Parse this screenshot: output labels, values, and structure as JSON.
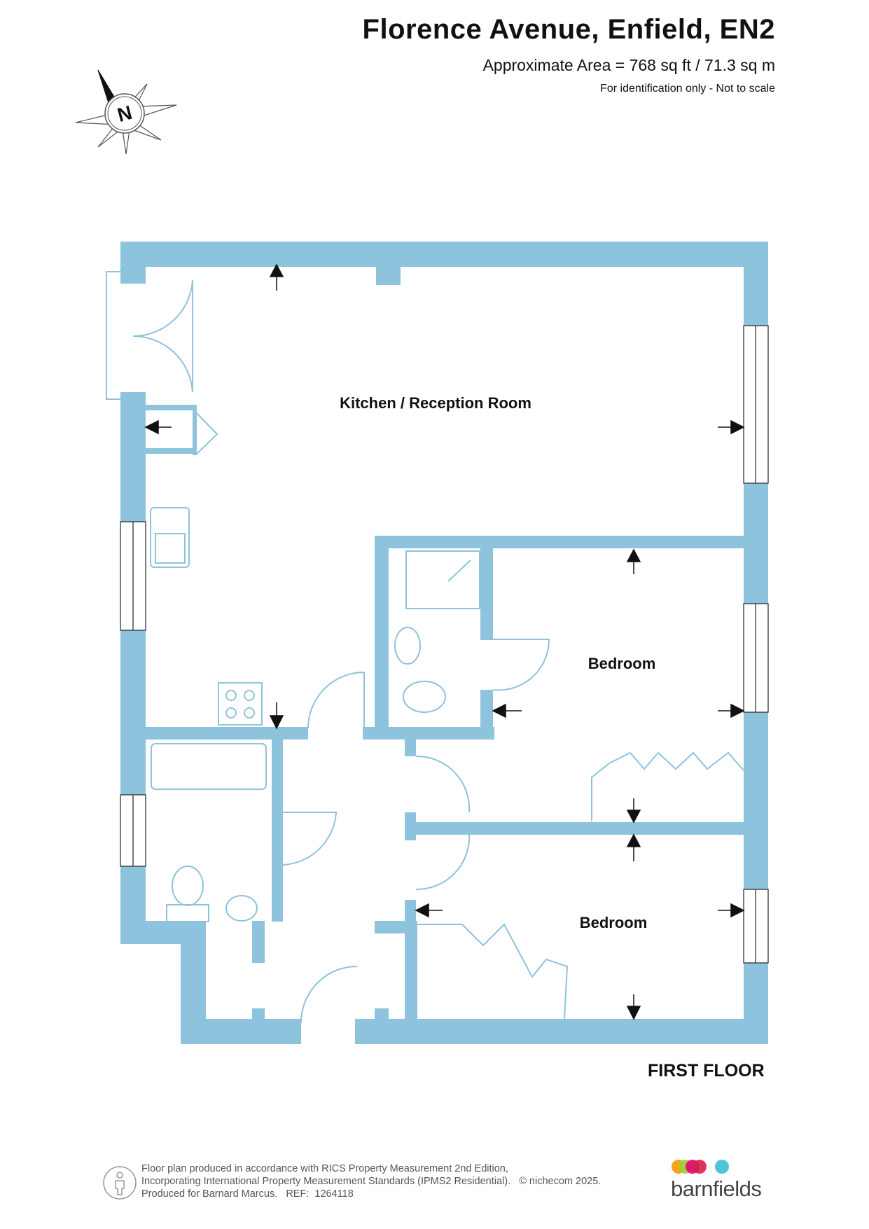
{
  "header": {
    "title": "Florence Avenue, Enfield, EN2",
    "area": "Approximate Area = 768 sq ft / 71.3 sq m",
    "identification": "For identification only - Not to scale"
  },
  "compass": {
    "letter": "N"
  },
  "rooms": {
    "kitchen_reception": "Kitchen / Reception Room",
    "bedroom_1": "Bedroom",
    "bedroom_2": "Bedroom"
  },
  "floor": {
    "label": "FIRST FLOOR"
  },
  "footer": {
    "line1": "Floor plan produced in accordance with RICS Property Measurement 2nd Edition,",
    "line2": "Incorporating International Property Measurement Standards (IPMS2 Residential).",
    "copyright": "© nichecom 2025.",
    "line3": "Produced for Barnard Marcus.",
    "ref_label": "REF:",
    "ref": "1264118"
  },
  "brand": {
    "name": "barnfields",
    "dot_colors": [
      "#f7a21b",
      "#9bcf3c",
      "#e6007e",
      "#d3224b",
      "#4fc3d9"
    ]
  },
  "colors": {
    "wall": "#8dc3dc",
    "line": "#8dc3dc"
  }
}
